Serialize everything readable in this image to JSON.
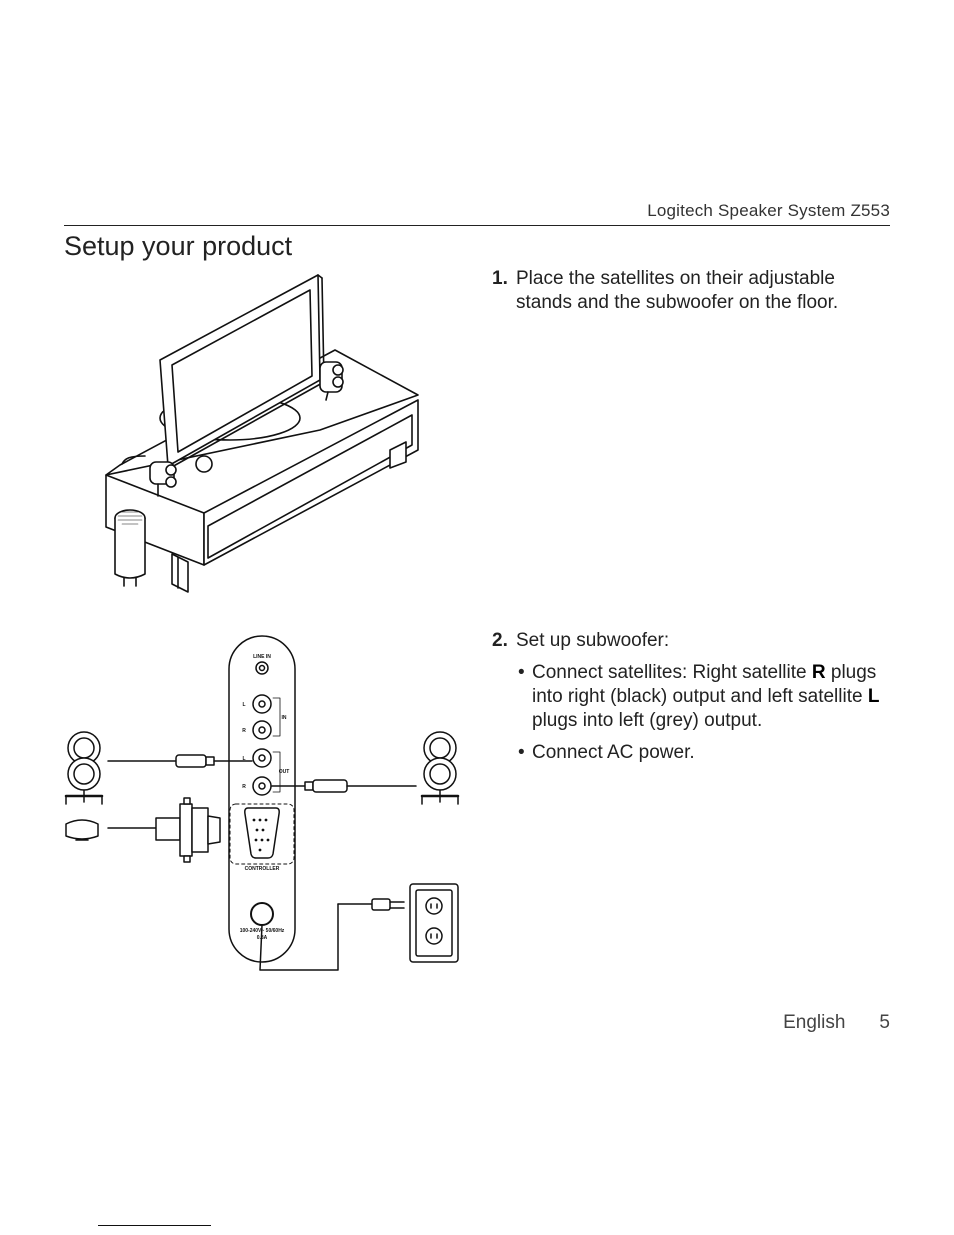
{
  "header": {
    "product_name": "Logitech Speaker System Z553"
  },
  "page_title": "Setup your product",
  "steps": [
    {
      "number": "1.",
      "text": "Place the satellites on their adjustable stands and the subwoofer on the floor."
    },
    {
      "number": "2.",
      "text": "Set up subwoofer:",
      "bullets": [
        {
          "before": "Connect satellites: Right satellite ",
          "r": "R",
          "middle": " plugs into right (black) output and left satellite ",
          "l": "L",
          "after": " plugs into left (grey) output."
        },
        {
          "text": "Connect AC power."
        }
      ]
    }
  ],
  "panel_labels": {
    "line_in": "LINE IN",
    "left": "L",
    "right": "R",
    "in": "IN",
    "out": "OUT",
    "left_out": "L",
    "right_out": "R",
    "controller": "CONTROLLER",
    "power_line1": "100-240V~ 50/60Hz",
    "power_line2": "0.8A"
  },
  "footer": {
    "language": "English",
    "page_number": "5"
  }
}
